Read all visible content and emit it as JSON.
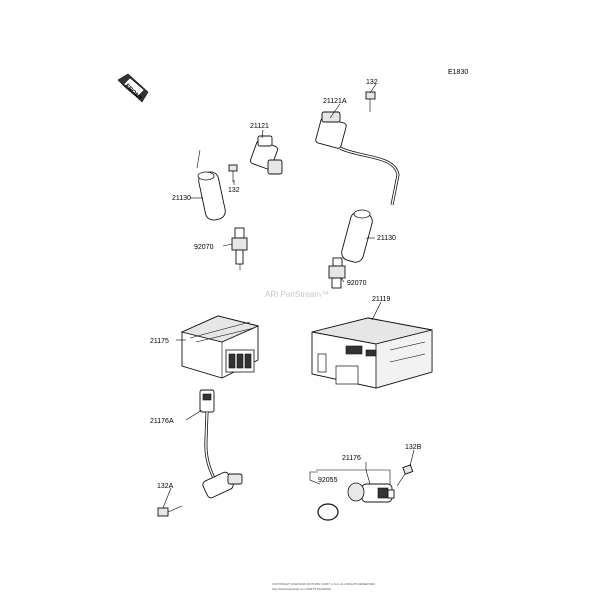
{
  "diagram": {
    "code": "E1830",
    "front_label": "FRONT",
    "watermark": "ARI PartStream™",
    "footer_line_1": "COPYRIGHT KAWASAKI MOTORS CORP. U.S.A. ALL RIGHTS RESERVED",
    "footer_line_2": "http://www.kawasaki.com  PARTS DIAGRAM",
    "parts": {
      "p132_top": "132",
      "p21121A": "21121A",
      "p21121": "21121",
      "p132_mid": "132",
      "p21130_left": "21130",
      "p21130_right": "21130",
      "p92070_left": "92070",
      "p92070_right": "92070",
      "p21119": "21119",
      "p21175": "21175",
      "p21176A": "21176A",
      "p132A": "132A",
      "p132B": "132B",
      "p21176": "21176",
      "p92055": "92055"
    }
  }
}
